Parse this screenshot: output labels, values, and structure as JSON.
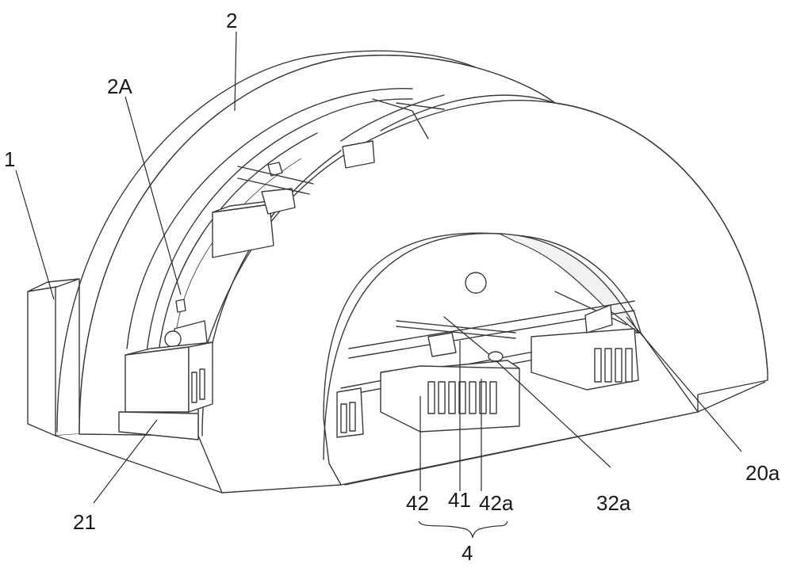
{
  "labels": {
    "housing": "1",
    "arch": "2",
    "arch_track": "2A",
    "side_box": "21",
    "inner_face": "20a",
    "rod_end": "32a",
    "module_42": "42",
    "module_41": "41",
    "module_42a": "42a",
    "assembly": "4"
  }
}
